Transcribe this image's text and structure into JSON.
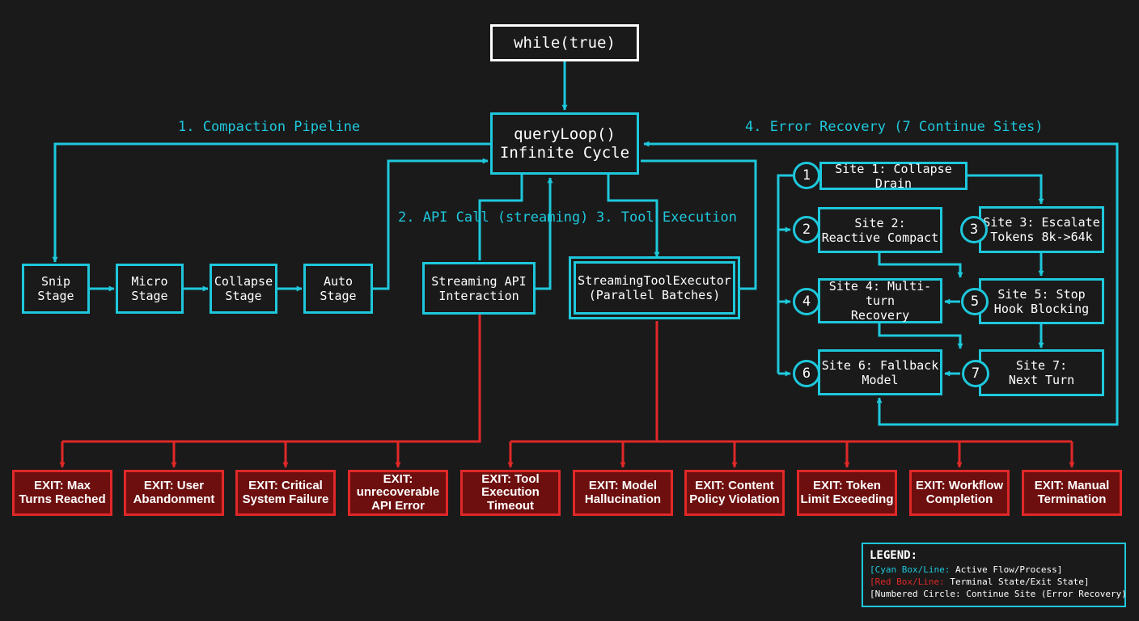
{
  "start": {
    "text": "while(true)"
  },
  "core": {
    "text": "queryLoop()\nInfinite Cycle"
  },
  "flow_labels": {
    "compaction": "1. Compaction Pipeline",
    "api": "2. API Call (streaming)",
    "tools": "3. Tool Execution",
    "recovery": "4. Error Recovery (7 Continue Sites)"
  },
  "stages": [
    {
      "text": "Snip\nStage"
    },
    {
      "text": "Micro\nStage"
    },
    {
      "text": "Collapse\nStage"
    },
    {
      "text": "Auto\nStage"
    }
  ],
  "api_box": {
    "text": "Streaming API\nInteraction"
  },
  "tool_box": {
    "text": "StreamingToolExecutor\n(Parallel Batches)"
  },
  "sites": [
    {
      "num": "1",
      "text": "Site 1: Collapse Drain"
    },
    {
      "num": "2",
      "text": "Site 2:\nReactive Compact"
    },
    {
      "num": "3",
      "text": "Site 3: Escalate\nTokens 8k->64k"
    },
    {
      "num": "4",
      "text": "Site 4: Multi-turn\nRecovery"
    },
    {
      "num": "5",
      "text": "Site 5: Stop\nHook Blocking"
    },
    {
      "num": "6",
      "text": "Site 6: Fallback\nModel"
    },
    {
      "num": "7",
      "text": "Site 7:\nNext Turn"
    }
  ],
  "exits": [
    {
      "text": "EXIT: Max\nTurns Reached"
    },
    {
      "text": "EXIT: User\nAbandonment"
    },
    {
      "text": "EXIT: Critical\nSystem Failure"
    },
    {
      "text": "EXIT:\nunrecoverable\nAPI Error"
    },
    {
      "text": "EXIT: Tool\nExecution\nTimeout"
    },
    {
      "text": "EXIT: Model\nHallucination"
    },
    {
      "text": "EXIT: Content\nPolicy Violation"
    },
    {
      "text": "EXIT: Token\nLimit Exceeding"
    },
    {
      "text": "EXIT: Workflow\nCompletion"
    },
    {
      "text": "EXIT: Manual\nTermination"
    }
  ],
  "legend": {
    "title": "LEGEND:",
    "cyan_key": "[Cyan Box/Line:",
    "cyan_desc": " Active Flow/Process]",
    "red_key": "[Red Box/Line:",
    "red_desc": " Terminal State/Exit State]",
    "circle_key": "[Numbered Circle:",
    "circle_desc": " Continue Site (Error Recovery)"
  },
  "colors": {
    "active": "#1ec8dc",
    "terminal": "#e02828",
    "terminal_fill": "#6e0f0f",
    "background": "#1a1a1a"
  }
}
